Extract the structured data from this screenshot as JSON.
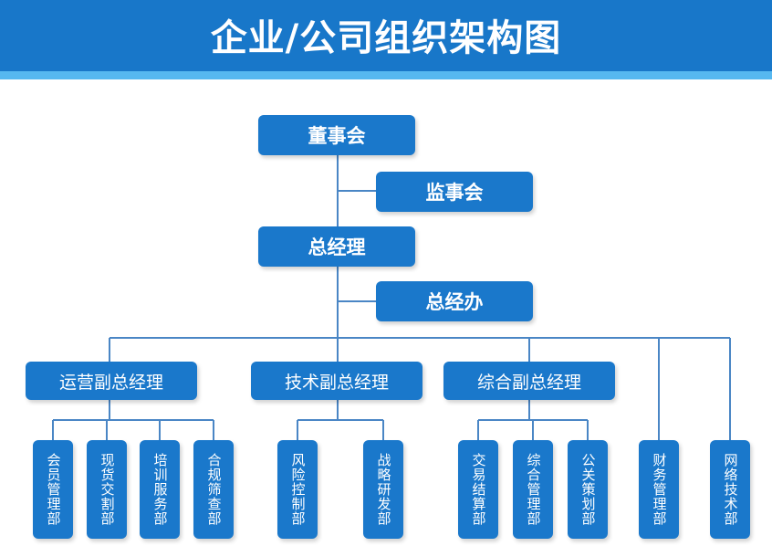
{
  "title": "企业/公司组织架构图",
  "colors": {
    "header": "#1877c9",
    "stripe": "#56b8f0",
    "box": "#1a78cb",
    "line": "#4a86c5"
  },
  "nodes": {
    "board": "董事会",
    "supervisory": "监事会",
    "gm": "总经理",
    "gm_office": "总经办",
    "vp_ops": "运营副总经理",
    "vp_tech": "技术副总经理",
    "vp_general": "综合副总经理",
    "dept_member": "会员管理部",
    "dept_spot": "现货交割部",
    "dept_training": "培训服务部",
    "dept_compliance": "合规筛查部",
    "dept_risk": "风险控制部",
    "dept_strategy": "战略研发部",
    "dept_settlement": "交易结算部",
    "dept_admin": "综合管理部",
    "dept_pr": "公关策划部",
    "dept_finance": "财务管理部",
    "dept_network": "网络技术部"
  }
}
